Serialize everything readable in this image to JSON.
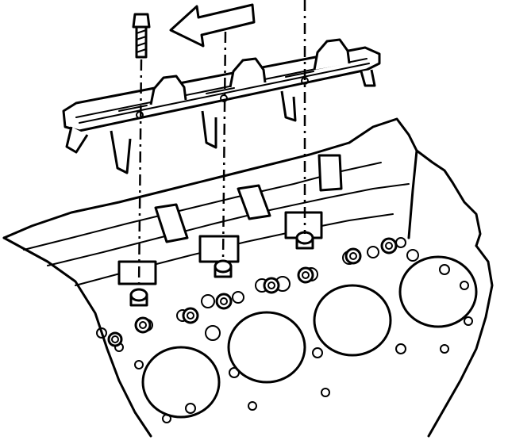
{
  "diagram": {
    "subject": "cylinder-head-retainer-installation",
    "colors": {
      "line": "#000000",
      "background": "#ffffff"
    },
    "components": {
      "retainer": "valve-lifter-guide-retainer",
      "bolt": "retainer-bolt",
      "arrow": "direction-arrow",
      "block": "engine-block",
      "bores": "cylinder-bores"
    }
  }
}
